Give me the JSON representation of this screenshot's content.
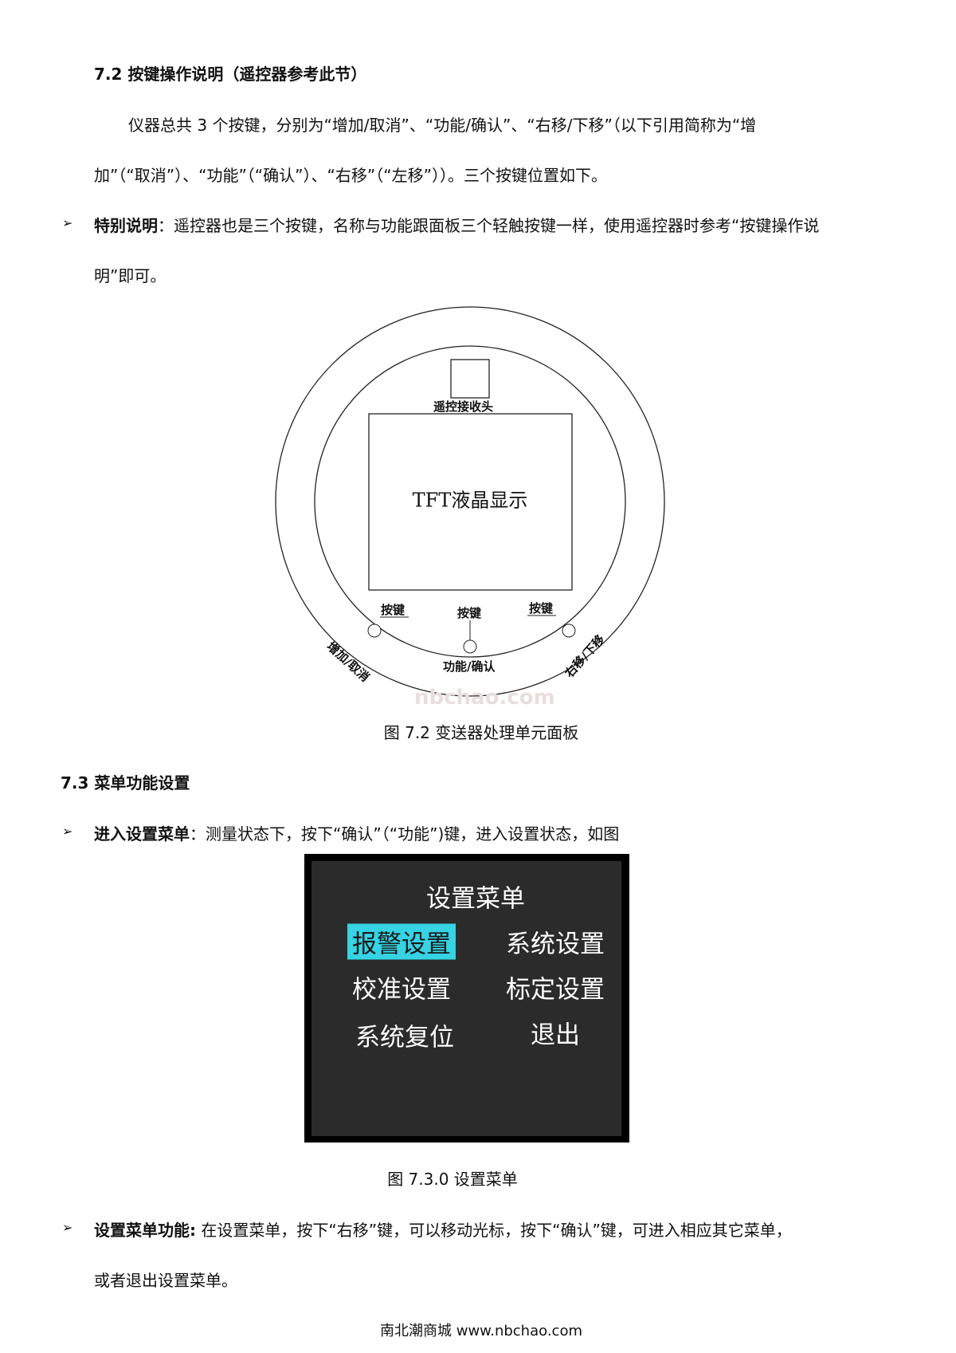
{
  "section_72": {
    "heading": "7.2  按键操作说明（遥控器参考此节）",
    "para_line1": "仪器总共 3 个按键，分别为“增加/取消”、“功能/确认”、“右移/下移”（以下引用简称为“增",
    "para_line2": "加”（“取消”）、“功能”（“确认”）、“右移”（“左移”））。三个按键位置如下。",
    "note_label": "特别说明",
    "note_line1": "：遥控器也是三个按键，名称与功能跟面板三个轻触按键一样，使用遥控器时参考“按键操作说",
    "note_line2": "明”即可。"
  },
  "diagram": {
    "receiver_label": "遥控接收头",
    "display_label": "TFT液晶显示",
    "key_label": "按键",
    "left_key": "增加/取消",
    "center_key": "功能/确认",
    "right_key": "右移/下移",
    "caption": "图 7.2  变送器处理单元面板",
    "watermark": "nbchao.com"
  },
  "section_73": {
    "heading": "7.3  菜单功能设置",
    "enter_label": "进入设置菜单",
    "enter_text": "：测量状态下，按下“确认”（“功能”)键，进入设置状态，如图",
    "func_label": "设置菜单功能:",
    "func_line1": " 在设置菜单，按下“右移”键，可以移动光标，按下“确认”键，可进入相应其它菜单，",
    "func_line2": "或者退出设置菜单。"
  },
  "menu_screen": {
    "title": "设置菜单",
    "items": [
      "报警设置",
      "系统设置",
      "校准设置",
      "标定设置",
      "系统复位",
      "退出"
    ],
    "selected": "报警设置",
    "highlight_color": "#35d3e3",
    "caption": "图 7.3.0 设置菜单"
  },
  "footer": "南北潮商城 www.nbchao.com"
}
